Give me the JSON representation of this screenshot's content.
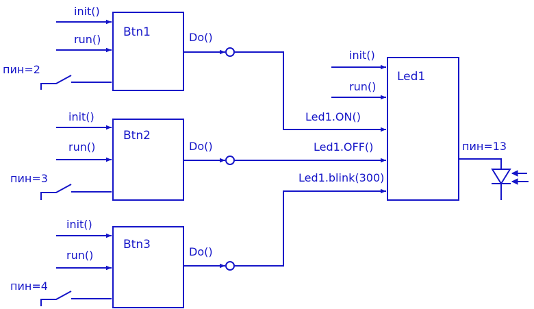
{
  "colors": {
    "ink": "#1515c8",
    "background": "#ffffff"
  },
  "blocks": {
    "btn1": {
      "title": "Btn1",
      "init": "init()",
      "run": "run()",
      "output": "Do()",
      "pin": "пин=2"
    },
    "btn2": {
      "title": "Btn2",
      "init": "init()",
      "run": "run()",
      "output": "Do()",
      "pin": "пин=3"
    },
    "btn3": {
      "title": "Btn3",
      "init": "init()",
      "run": "run()",
      "output": "Do()",
      "pin": "пин=4"
    },
    "led1": {
      "title": "Led1",
      "init": "init()",
      "run": "run()",
      "on": "Led1.ON()",
      "off": "Led1.OFF()",
      "blink": "Led1.blink(300)",
      "pin": "пин=13"
    }
  }
}
